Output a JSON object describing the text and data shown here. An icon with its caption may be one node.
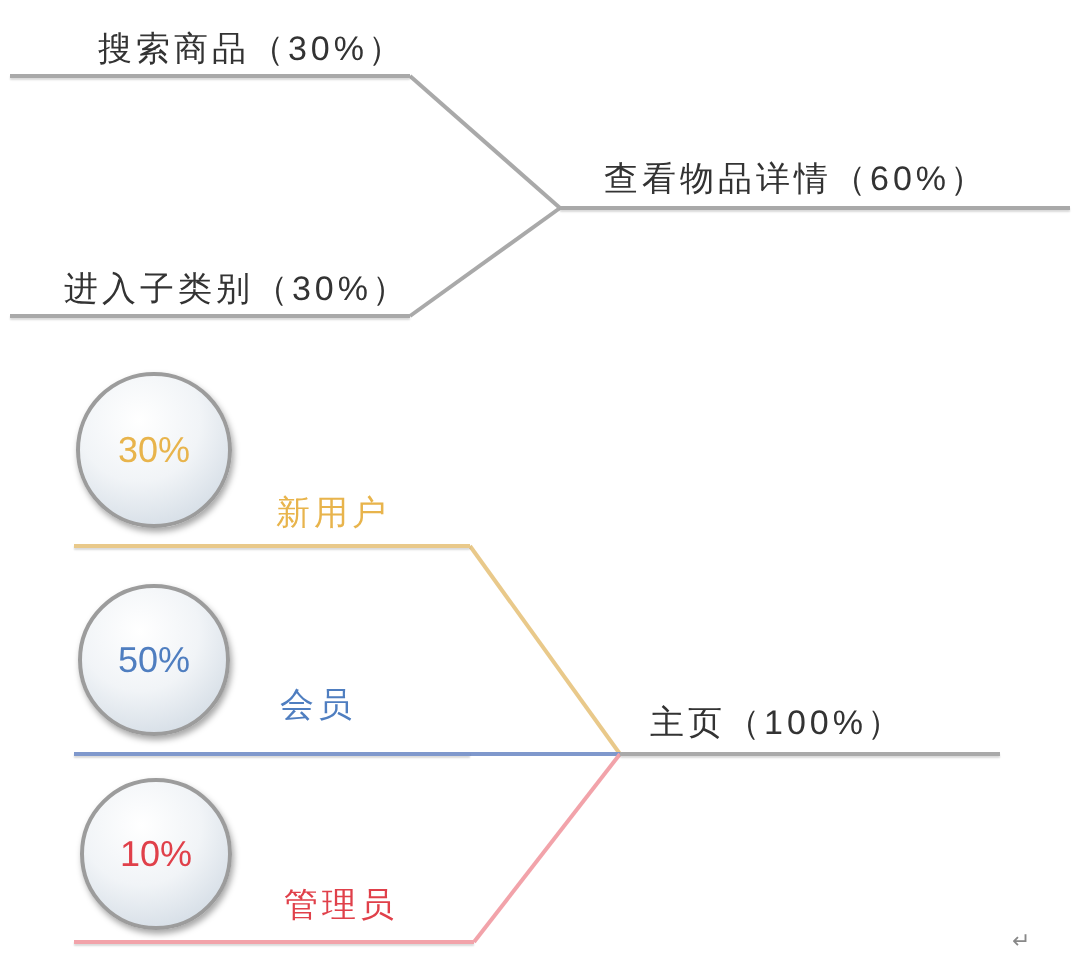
{
  "diagram": {
    "nodes": [
      {
        "text": [
          "搜索商品（30%）"
        ]
      },
      {
        "text": [
          "进入子类别（30%）"
        ]
      },
      {
        "text": [
          "查看物品详情（60%）"
        ]
      },
      {
        "text": [
          "30%"
        ]
      },
      {
        "text": [
          "新用户"
        ]
      },
      {
        "text": [
          "50%"
        ]
      },
      {
        "text": [
          "会员"
        ]
      },
      {
        "text": [
          "10%"
        ]
      },
      {
        "text": [
          "管理员"
        ]
      },
      {
        "text": [
          "主页（100%）"
        ]
      }
    ],
    "edges": [
      {
        "from": 0,
        "to": 2,
        "arrow": "none"
      },
      {
        "from": 1,
        "to": 2,
        "arrow": "none"
      },
      {
        "from": 4,
        "to": 9,
        "arrow": "none",
        "color": "#e9c98a"
      },
      {
        "from": 6,
        "to": 9,
        "arrow": "none",
        "color": "#7f98cc"
      },
      {
        "from": 8,
        "to": 9,
        "arrow": "none",
        "color": "#f2a3aa"
      }
    ],
    "labels": [
      "↵"
    ]
  }
}
